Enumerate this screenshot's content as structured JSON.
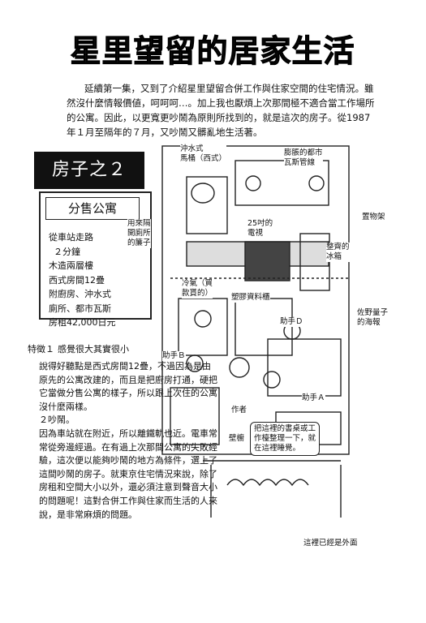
{
  "title": "星里望留的居家生活",
  "intro": "延續第一集，又到了介紹星里望留合併工作與住家空間的住宅情況。雖然沒什麼情報價値，呵呵呵…。加上我也厭煩上次那間極不適合當工作場所的公寓。因此，以更寬更吵鬧為原則所找到的，就是這次的房子。從1987年１月至隔年的７月，又吵鬧又髒亂地生活著。",
  "panel": {
    "heading": "房子之２",
    "box_title": "分售公寓",
    "specs": [
      "從車站走路",
      "２分鐘",
      "木造兩層樓",
      "西式房間12疊",
      "附廚房、沖水式",
      "廁所、都市瓦斯",
      "房租42,000日元"
    ]
  },
  "feature": {
    "label": "特徵１",
    "summary": "感覺很大其實很小"
  },
  "body_paragraphs": [
    "說得好聽點是西式房間12疊，不過因為是由原先的公寓改建的，而且是把廚房打通，硬把它當做分售公寓的樣子，所以跟上次住的公寓沒什麼兩樣。",
    "２吵鬧。",
    "因為車站就在附近，所以離鐵軌也近。電車常常從旁邊經過。在有過上次那間公寓的失敗經驗，這次便以能夠吵鬧的地方為條件，選上了這間吵鬧的房子。就東京住宅情況來說，除了房租和空間大小以外，還必須注意到聲音大小的問題呢！這對合併工作與住家而生活的人來說，是非常麻煩的問題。"
  ],
  "illustration_labels": {
    "toilet": "沖水式\n馬桶（西式）",
    "gas": "膨脹的都市\n瓦斯管線",
    "shelf": "置物架",
    "partition": "用來隔\n開廁所\n的簾子",
    "tv": "25吋的\n電視",
    "fridge": "整齊的\n冰箱",
    "aircon": "冷氣（買\n款貰的）",
    "plastic_shelf": "塑膠資料櫃",
    "assistant_d": "助手Ｄ",
    "poster": "佐野量子\n的海報",
    "assistant_b": "助手Ｂ",
    "author": "作者",
    "assistant_a": "助手Ａ",
    "note": "把這裡的書桌或工\n作檯整理一下，就\n在這裡睡覺。",
    "closet": "壁櫥",
    "outside": "這裡已經是外面"
  }
}
